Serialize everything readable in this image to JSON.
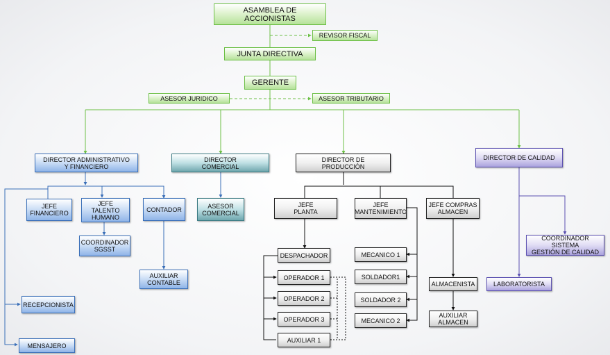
{
  "org": {
    "asamblea": "ASAMBLEA DE\nACCIONISTAS",
    "revisor": "REVISOR FISCAL",
    "junta": "JUNTA DIRECTIVA",
    "gerente": "GERENTE",
    "asesor_juridico": "ASESOR JURIDICO",
    "asesor_tributario": "ASESOR TRIBUTARIO",
    "dir_admin": "DIRECTOR ADMINISTRATIVO\nY FINANCIERO",
    "dir_comercial": "DIRECTOR\nCOMERCIAL",
    "dir_produccion": "DIRECTOR DE\nPRODUCCIÓN",
    "dir_calidad": "DIRECTOR DE CALIDAD",
    "jefe_financiero": "JEFE\nFINANCIERO",
    "jefe_talento": "JEFE\nTALENTO\nHUMANO",
    "contador": "CONTADOR",
    "coordinador_sgsst": "COORDINADOR\nSGSST",
    "auxiliar_contable": "AUXILIAR\nCONTABLE",
    "recepcionista": "RECEPCIONISTA",
    "mensajero": "MENSAJERO",
    "asesor_comercial": "ASESOR\nCOMERCIAL",
    "jefe_planta": "JEFE\nPLANTA",
    "jefe_mantenimiento": "JEFE\nMANTENIMIENTO",
    "jefe_compras": "JEFE COMPRAS\nALMACEN",
    "despachador": "DESPACHADOR",
    "operador1": "OPERADOR 1",
    "operador2": "OPERADOR 2",
    "operador3": "OPERADOR 3",
    "auxiliar1": "AUXILIAR 1",
    "mecanico1": "MECANICO 1",
    "soldador1": "SOLDADOR1",
    "soldador2": "SOLDADOR 2",
    "mecanico2": "MECANICO 2",
    "almacenista": "ALMACENISTA",
    "auxiliar_almacen": "AUXILIAR\nALMACEN",
    "coordinador_calidad": "COORDINADOR SISTEMA\nGESTIÓN DE CALIDAD",
    "laboratorista": "LABORATORISTA"
  },
  "colors": {
    "green_line": "#6cbf45",
    "blue_line": "#3a6fb8",
    "purple_line": "#5a4fb0",
    "black_line": "#111111"
  }
}
